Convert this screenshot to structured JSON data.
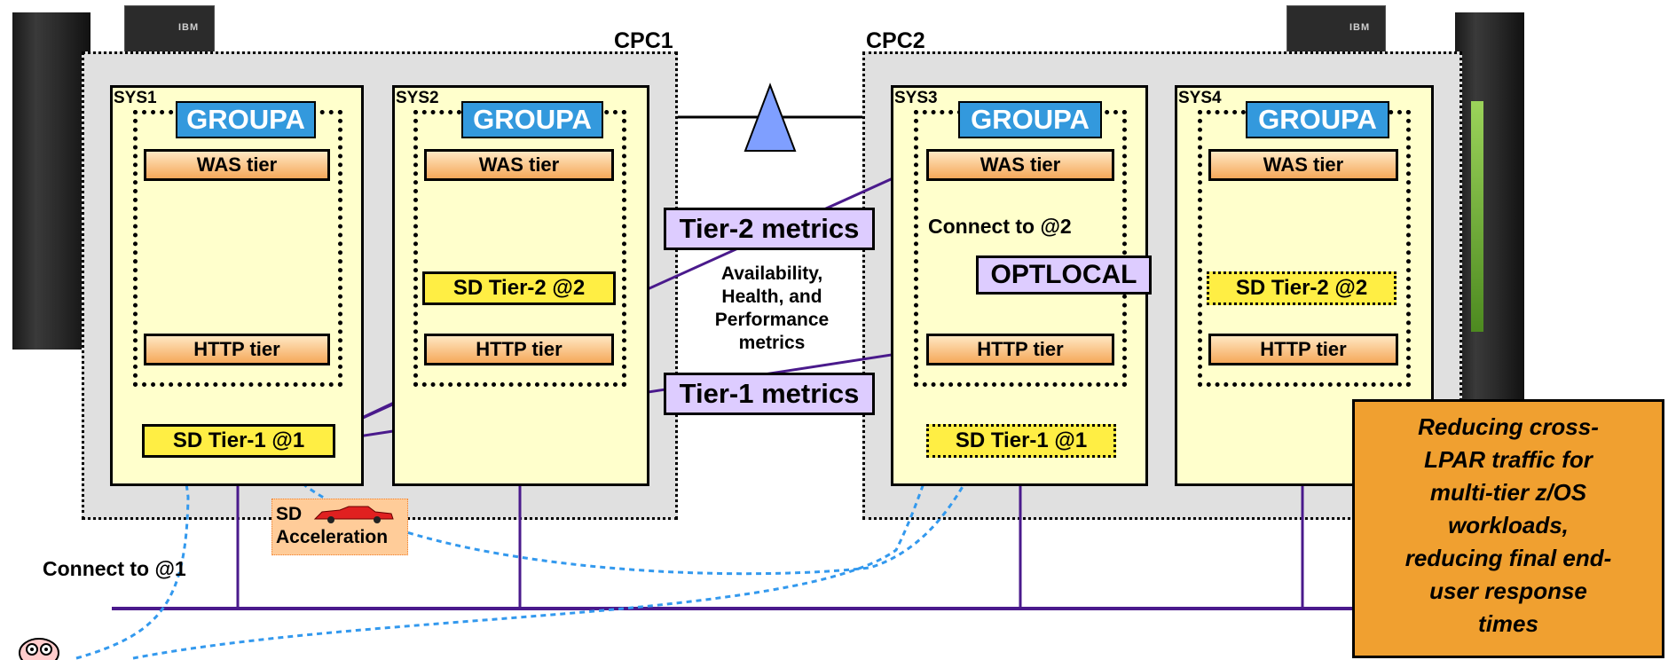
{
  "cpcs": [
    {
      "label": "CPC1"
    },
    {
      "label": "CPC2"
    }
  ],
  "ibm_logo": "IBM",
  "systems": [
    {
      "label": "SYS1",
      "group": "GROUPA",
      "was": "WAS tier",
      "http": "HTTP  tier",
      "sd_tier2": "",
      "sd_tier1": "SD Tier-1  @1"
    },
    {
      "label": "SYS2",
      "group": "GROUPA",
      "was": "WAS tier",
      "http": "HTTP tier",
      "sd_tier2": "SD Tier-2  @2"
    },
    {
      "label": "SYS3",
      "group": "GROUPA",
      "was": "WAS tier",
      "http": "HTTP tier",
      "sd_tier1": "SD Tier-1  @1"
    },
    {
      "label": "SYS4",
      "group": "GROUPA",
      "was": "WAS tier",
      "http": "HTTP tier",
      "sd_tier2": "SD Tier-2  @2"
    }
  ],
  "metrics": {
    "tier2": "Tier-2 metrics",
    "tier1": "Tier-1 metrics",
    "availability_lines": [
      "Availability,",
      "Health, and",
      "Performance",
      "metrics"
    ]
  },
  "connect2": "Connect to  @2",
  "connect1": "Connect to  @1",
  "optlocal": "OPTLOCAL",
  "acceleration": {
    "line1": "SD",
    "line2": "Acceleration"
  },
  "callout_lines": [
    "Reducing cross-",
    "LPAR traffic for",
    "multi-tier z/OS",
    "workloads,",
    "reducing final end-",
    "user response",
    "times"
  ],
  "colors": {
    "connector": "#4a1a8c",
    "dotted_flow": "#3399ee",
    "triangle": "#7f9fff",
    "group_label": "#3399dd"
  }
}
